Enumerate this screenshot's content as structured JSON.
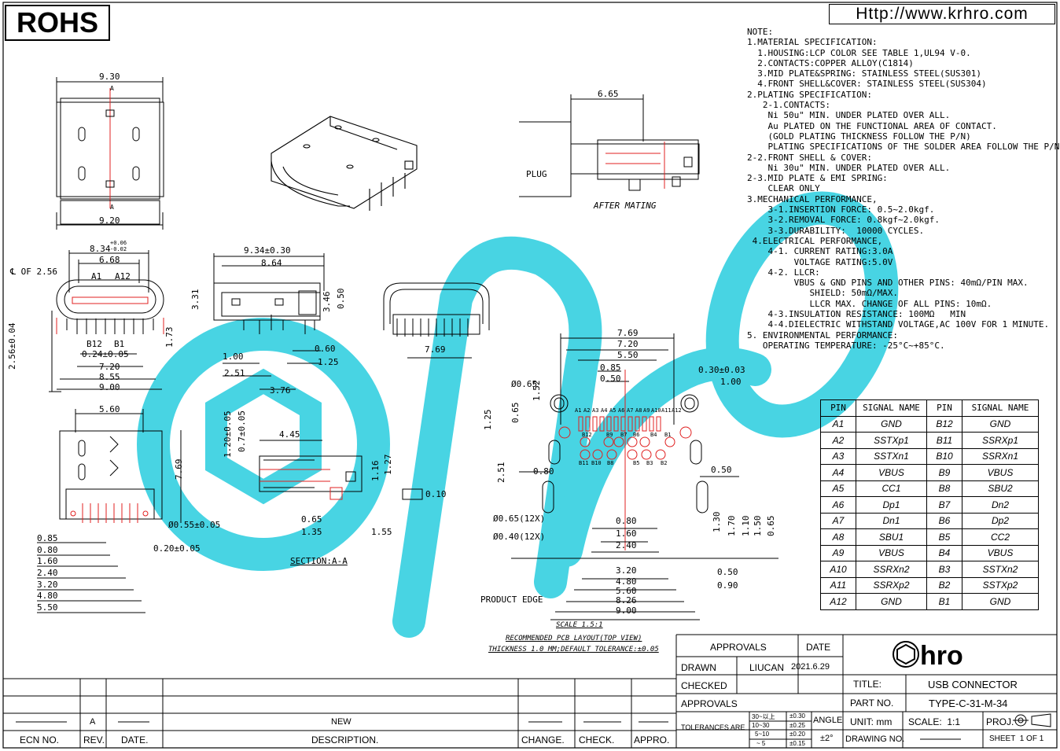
{
  "header": {
    "rohs": "ROHS",
    "url": "Http://www.krhro.com"
  },
  "notes": [
    "NOTE:",
    "1.MATERIAL SPECIFICATION:",
    "  1.HOUSING:LCP COLOR SEE TABLE 1,UL94 V-0.",
    "  2.CONTACTS:COPPER ALLOY(C1814)",
    "  3.MID PLATE&SPRING: STAINLESS STEEL(SUS301)",
    "  4.FRONT SHELL&COVER: STAINLESS STEEL(SUS304)",
    "2.PLATING SPECIFICATION:",
    "   2-1.CONTACTS:",
    "    Ni 50u\" MIN. UNDER PLATED OVER ALL.",
    "    Au PLATED ON THE FUNCTIONAL AREA OF CONTACT.",
    "    (GOLD PLATING THICKNESS FOLLOW THE P/N)",
    "    PLATING SPECIFICATIONS OF THE SOLDER AREA FOLLOW THE P/N",
    "2-2.FRONT SHELL & COVER:",
    "    Ni 30u\" MIN. UNDER PLATED OVER ALL.",
    "2-3.MID PLATE & EMI SPRING:",
    "    CLEAR ONLY",
    "3.MECHANICAL PERFORMANCE,",
    "    3-1.INSERTION FORCE: 0.5~2.0kgf.",
    "    3-2.REMOVAL FORCE: 0.8kgf~2.0kgf.",
    "    3-3.DURABILITY:  10000 CYCLES.",
    " 4.ELECTRICAL PERFORMANCE,",
    "    4-1. CURRENT RATING:3.0A",
    "         VOLTAGE RATING:5.0V",
    "    4-2. LLCR:",
    "         VBUS & GND PINS AND OTHER PINS: 40mΩ/PIN MAX.",
    "            SHIELD: 50mΩ/MAX.",
    "            LLCR MAX. CHANGE OF ALL PINS: 10mΩ.",
    "    4-3.INSULATION RESISTANCE: 100MΩ   MIN",
    "    4-4.DIELECTRIC WITHSTAND VOLTAGE,AC 100V FOR 1 MINUTE.",
    "5. ENVIRONMENTAL PERFORMANCE:",
    "   OPERATING TEMPERATURE: -25°C~+85°C."
  ],
  "pin_table": {
    "headers": [
      "PIN",
      "SIGNAL NAME",
      "PIN",
      "SIGNAL NAME"
    ],
    "rows": [
      [
        "A1",
        "GND",
        "B12",
        "GND"
      ],
      [
        "A2",
        "SSTXp1",
        "B11",
        "SSRXp1"
      ],
      [
        "A3",
        "SSTXn1",
        "B10",
        "SSRXn1"
      ],
      [
        "A4",
        "VBUS",
        "B9",
        "VBUS"
      ],
      [
        "A5",
        "CC1",
        "B8",
        "SBU2"
      ],
      [
        "A6",
        "Dp1",
        "B7",
        "Dn2"
      ],
      [
        "A7",
        "Dn1",
        "B6",
        "Dp2"
      ],
      [
        "A8",
        "SBU1",
        "B5",
        "CC2"
      ],
      [
        "A9",
        "VBUS",
        "B4",
        "VBUS"
      ],
      [
        "A10",
        "SSRXn2",
        "B3",
        "SSTXn2"
      ],
      [
        "A11",
        "SSRXp2",
        "B2",
        "SSTXp2"
      ],
      [
        "A12",
        "GND",
        "B1",
        "GND"
      ]
    ]
  },
  "dimensions": {
    "top_view": [
      "9.30",
      "9.20",
      "A",
      "A"
    ],
    "front_view": [
      "8.34",
      "+0.06",
      "-0.02",
      "6.68",
      "℄ OF 2.56",
      "A1",
      "A12",
      "B12",
      "B1",
      "0.24±0.05",
      "7.20",
      "8.55",
      "9.00",
      "2.56±0.04",
      "1.73"
    ],
    "side_view": [
      "9.34±0.30",
      "8.64",
      "3.31",
      "3.46",
      "0.50",
      "0.60",
      "1.25",
      "1.00",
      "2.51",
      "3.76"
    ],
    "rear_view": [
      "7.69"
    ],
    "bottom_view": [
      "5.60",
      "7.69",
      "Ø0.55±0.05",
      "0.20±0.05",
      "0.85",
      "0.80",
      "1.60",
      "2.40",
      "3.20",
      "4.80",
      "5.50"
    ],
    "section": [
      "4.45",
      "1.20±0.05",
      "0.7±0.05",
      "1.16",
      "1.27",
      "0.10",
      "0.65",
      "1.35",
      "1.55"
    ],
    "mating": [
      "6.65",
      "PLUG"
    ],
    "pcb": [
      "7.69",
      "7.20",
      "5.50",
      "0.85",
      "0.50",
      "0.30±0.03",
      "1.00",
      "Ø0.65",
      "1.52",
      "1.25",
      "0.65",
      "2.51",
      "0.80",
      "0.50",
      "Ø0.65(12X)",
      "Ø0.40(12X)",
      "0.80",
      "1.60",
      "2.40",
      "3.20",
      "4.80",
      "5.60",
      "8.26",
      "9.00",
      "1.30",
      "1.70",
      "1.10",
      "1.50",
      "0.65",
      "0.50",
      "0.90"
    ],
    "pcb_top_labels": [
      "A1",
      "A2",
      "A3",
      "A4",
      "A5",
      "A6",
      "A7",
      "A8",
      "A9",
      "A10",
      "A11",
      "A12"
    ],
    "pcb_row2": [
      "B12",
      "B9",
      "B7",
      "B6",
      "B4",
      "B1"
    ],
    "pcb_row3": [
      "B11",
      "B10",
      "B8",
      "B5",
      "B3",
      "B2"
    ]
  },
  "labels": {
    "after_mating": "AFTER MATING",
    "section": "SECTION:A-A",
    "product_edge": "PRODUCT EDGE",
    "scale": "SCALE 1.5:1",
    "pcb_layout": "RECOMMENDED PCB LAYOUT(TOP VIEW)",
    "thickness": "THICKNESS 1.0 MM;DEFAULT TOLERANCE:±0.05"
  },
  "title_block": {
    "approvals": "APPROVALS",
    "date": "DATE",
    "drawn": "DRAWN",
    "drawn_by": "LIUCAN",
    "drawn_date": "2021.6.29",
    "checked": "CHECKED",
    "approvals2": "APPROVALS",
    "tolerances": "TOLERANCES ARE",
    "tol_rows": [
      [
        "30~以上",
        "±0.30"
      ],
      [
        "10~30",
        "±0.25"
      ],
      [
        "5~10",
        "±0.20"
      ],
      [
        "~ 5",
        "±0.15"
      ]
    ],
    "angle": "ANGLE",
    "angle_val": "±2°",
    "title_label": "TITLE:",
    "title": "USB CONNECTOR",
    "part_no_label": "PART NO.",
    "part_no": "TYPE-C-31-M-34",
    "unit": "UNIT: mm",
    "scale": "SCALE:  1:1",
    "proj": "PROJ.",
    "drawing_no": "DRAWING NO.",
    "sheet": "SHEET  1 OF 1",
    "logo": "hro",
    "rev_row": {
      "ecn": "ECN NO.",
      "rev": "REV.",
      "date": "DATE.",
      "desc": "DESCRIPTION.",
      "change": "CHANGE.",
      "check": "CHECK.",
      "appro": "APPRO."
    },
    "rev_entry": {
      "rev": "A",
      "desc": "NEW"
    }
  },
  "colors": {
    "watermark": "#35d0e0",
    "red": "#e02020"
  }
}
